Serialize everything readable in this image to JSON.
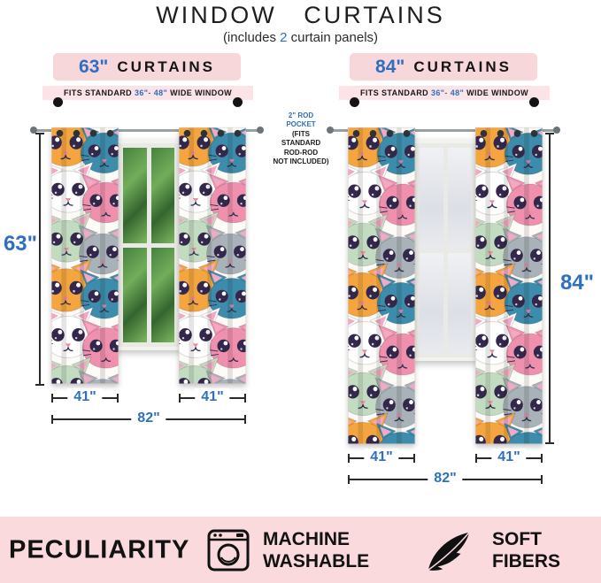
{
  "header": {
    "title": "WINDOW CURTAINS",
    "subtitle_prefix": "(includes ",
    "panel_count": "2",
    "subtitle_suffix": " curtain panels)"
  },
  "sections": [
    {
      "size_label": "63\"",
      "product_word": "CURTAINS",
      "fits_prefix": "FITS STANDARD ",
      "fits_range": "36\"- 48\"",
      "fits_suffix": " WIDE WINDOW",
      "height_label": "63\"",
      "panel_width_left": "41\"",
      "panel_width_right": "41\"",
      "total_width": "82\""
    },
    {
      "size_label": "84\"",
      "product_word": "CURTAINS",
      "fits_prefix": "FITS STANDARD ",
      "fits_range": "36\"- 48\"",
      "fits_suffix": " WIDE WINDOW",
      "height_label": "84\"",
      "panel_width_left": "41\"",
      "panel_width_right": "41\"",
      "total_width": "82\""
    }
  ],
  "rod_note": {
    "line1": "2\" ROD",
    "line2": "POCKET",
    "line3": "(FITS STANDARD",
    "line4": "ROD-ROD",
    "line5": "NOT INCLUDED)"
  },
  "footer": {
    "title": "PECULIARITY",
    "feature_machine_line1": "MACHINE",
    "feature_machine_line2": "WASHABLE",
    "feature_soft_line1": "SOFT",
    "feature_soft_line2": "FIBERS"
  },
  "colors": {
    "accent_blue": "#2f6fc1",
    "pink_header": "#f8d7db",
    "pink_strip": "#fbe3e7",
    "pink_footer": "#fbdade",
    "cat_orange": "#f5a53f",
    "cat_teal": "#3e8cab",
    "cat_pink": "#ee90ae",
    "cat_green": "#c3dcc1",
    "cat_gray": "#a8b2b8"
  }
}
